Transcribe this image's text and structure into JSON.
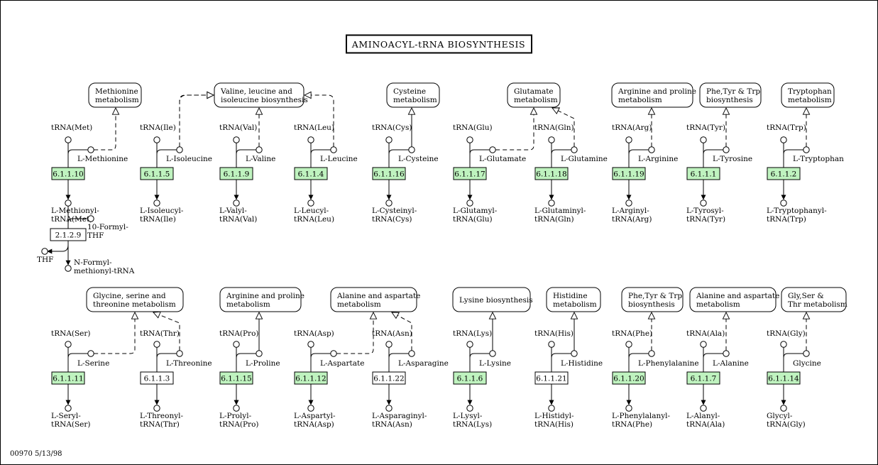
{
  "title": "AMINOACYL-tRNA BIOSYNTHESIS",
  "footer": "00970  5/13/98",
  "colors": {
    "enzyme_present": "#bff3bf",
    "enzyme_absent": "#ffffff",
    "line": "#000000"
  },
  "rows": [
    {
      "units": [
        {
          "trna": "tRNA(Met)",
          "aa": "L-Methionine",
          "ec": "6.1.1.10",
          "ec_present": true,
          "product": [
            "L-Methionyl-",
            "tRNA(Met)"
          ],
          "map": [
            "Methionine",
            "metabolism"
          ],
          "map_edge": "dashed-right"
        },
        {
          "trna": "tRNA(Ile)",
          "aa": "L-Isoleucine",
          "ec": "6.1.1.5",
          "ec_present": true,
          "product": [
            "L-Isoleucyl-",
            "tRNA(Ile)"
          ],
          "map": null,
          "map_edge": "dashed-right"
        },
        {
          "trna": "tRNA(Val)",
          "aa": "L-Valine",
          "ec": "6.1.1.9",
          "ec_present": true,
          "product": [
            "L-Valyl-",
            "tRNA(Val)"
          ],
          "map": [
            "Valine, leucine and",
            "isoleucine biosynthesis"
          ],
          "map_edge": "dashed-up"
        },
        {
          "trna": "tRNA(Leu)",
          "aa": "L-Leucine",
          "ec": "6.1.1.4",
          "ec_present": true,
          "product": [
            "L-Leucyl-",
            "tRNA(Leu)"
          ],
          "map": null,
          "map_edge": "dashed-left"
        },
        {
          "trna": "tRNA(Cys)",
          "aa": "L-Cysteine",
          "ec": "6.1.1.16",
          "ec_present": true,
          "product": [
            "L-Cysteinyl-",
            "tRNA(Cys)"
          ],
          "map": [
            "Cysteine",
            "metabolism"
          ],
          "map_edge": "solid-up"
        },
        {
          "trna": "tRNA(Glu)",
          "aa": "L-Glutamate",
          "ec": "6.1.1.17",
          "ec_present": true,
          "product": [
            "L-Glutamyl-",
            "tRNA(Glu)"
          ],
          "map": [
            "Glutamate",
            "metabolism"
          ],
          "map_edge": "dashed-right"
        },
        {
          "trna": "tRNA(Gln)",
          "aa": "L-Glutamine",
          "ec": "6.1.1.18",
          "ec_present": true,
          "product": [
            "L-Glutaminyl-",
            "tRNA(Gln)"
          ],
          "map": null,
          "map_edge": "dashed-left"
        },
        {
          "trna": "tRNA(Arg)",
          "aa": "L-Arginine",
          "ec": "6.1.1.19",
          "ec_present": true,
          "product": [
            "L-Arginyl-",
            "tRNA(Arg)"
          ],
          "map": [
            "Arginine and proline",
            "metabolism"
          ],
          "map_edge": "dashed-up"
        },
        {
          "trna": "tRNA(Tyr)",
          "aa": "L-Tyrosine",
          "ec": "6.1.1.1",
          "ec_present": true,
          "product": [
            "L-Tyrosyl-",
            "tRNA(Tyr)"
          ],
          "map": [
            "Phe,Tyr & Trp",
            "biosynthesis"
          ],
          "map_edge": "dashed-up"
        },
        {
          "trna": "tRNA(Trp)",
          "aa": "L-Tryptophan",
          "ec": "6.1.1.2",
          "ec_present": true,
          "product": [
            "L-Tryptophanyl-",
            "tRNA(Trp)"
          ],
          "map": [
            "Tryptophan",
            "metabolism"
          ],
          "map_edge": "dashed-up"
        }
      ]
    },
    {
      "units": [
        {
          "trna": "tRNA(Ser)",
          "aa": "L-Serine",
          "ec": "6.1.1.11",
          "ec_present": true,
          "product": [
            "L-Seryl-",
            "tRNA(Ser)"
          ],
          "map": [
            "Glycine, serine and",
            "threonine metabolism"
          ],
          "map_edge": "dashed-right"
        },
        {
          "trna": "tRNA(Thr)",
          "aa": "L-Threonine",
          "ec": "6.1.1.3",
          "ec_present": false,
          "product": [
            "L-Threonyl-",
            "tRNA(Thr)"
          ],
          "map": null,
          "map_edge": "dashed-left"
        },
        {
          "trna": "tRNA(Pro)",
          "aa": "L-Proline",
          "ec": "6.1.1.15",
          "ec_present": true,
          "product": [
            "L-Prolyl-",
            "tRNA(Pro)"
          ],
          "map": [
            "Arginine and proline",
            "metabolism"
          ],
          "map_edge": "solid-up"
        },
        {
          "trna": "tRNA(Asp)",
          "aa": "L-Aspartate",
          "ec": "6.1.1.12",
          "ec_present": true,
          "product": [
            "L-Aspartyl-",
            "tRNA(Asp)"
          ],
          "map": [
            "Alanine and aspartate",
            "metabolism"
          ],
          "map_edge": "dashed-right"
        },
        {
          "trna": "tRNA(Asn)",
          "aa": "L-Asparagine",
          "ec": "6.1.1.22",
          "ec_present": false,
          "product": [
            "L-Asparaginyl-",
            "tRNA(Asn)"
          ],
          "map": null,
          "map_edge": "dashed-left"
        },
        {
          "trna": "tRNA(Lys)",
          "aa": "L-Lysine",
          "ec": "6.1.1.6",
          "ec_present": true,
          "product": [
            "L-Lysyl-",
            "tRNA(Lys)"
          ],
          "map": [
            "Lysine biosynthesis"
          ],
          "map_edge": "solid-up"
        },
        {
          "trna": "tRNA(His)",
          "aa": "L-Histidine",
          "ec": "6.1.1.21",
          "ec_present": false,
          "product": [
            "L-Histidyl-",
            "tRNA(His)"
          ],
          "map": [
            "Histidine",
            "metabolism"
          ],
          "map_edge": "solid-up"
        },
        {
          "trna": "tRNA(Phe)",
          "aa": "L-Phenylalanine",
          "ec": "6.1.1.20",
          "ec_present": true,
          "product": [
            "L-Phenylalanyl-",
            "tRNA(Phe)"
          ],
          "map": [
            "Phe,Tyr & Trp",
            "biosynthesis"
          ],
          "map_edge": "dashed-up"
        },
        {
          "trna": "tRNA(Ala)",
          "aa": "L-Alanine",
          "ec": "6.1.1.7",
          "ec_present": true,
          "product": [
            "L-Alanyl-",
            "tRNA(Ala)"
          ],
          "map": [
            "Alanine and aspartate",
            "metabolism"
          ],
          "map_edge": "dashed-up"
        },
        {
          "trna": "tRNA(Gly)",
          "aa": "Glycine",
          "ec": "6.1.1.14",
          "ec_present": true,
          "product": [
            "Glycyl-",
            "tRNA(Gly)"
          ],
          "map": [
            "Gly,Ser &",
            "Thr metabolism"
          ],
          "map_edge": "dashed-up"
        }
      ]
    }
  ],
  "formyl_branch": {
    "ec": "2.1.2.9",
    "ec_present": false,
    "cofactor_in": [
      "10-Formyl-",
      "THF"
    ],
    "cofactor_out": "THF",
    "product": [
      "N-Formyl-",
      "methionyl-tRNA"
    ]
  }
}
